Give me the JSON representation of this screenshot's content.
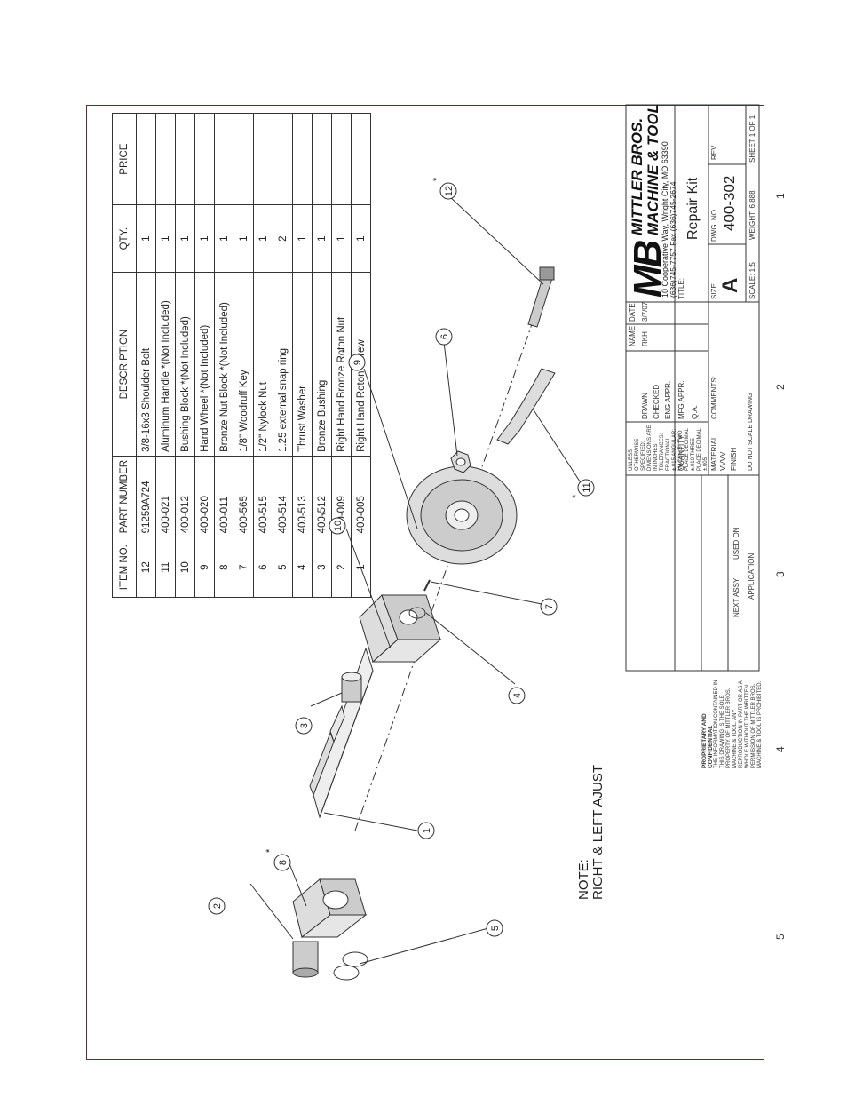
{
  "bom": {
    "headers": [
      "ITEM NO.",
      "PART NUMBER",
      "DESCRIPTION",
      "QTY.",
      "PRICE"
    ],
    "rows": [
      [
        "1",
        "400-005",
        "Right Hand Roton Screw",
        "1",
        ""
      ],
      [
        "2",
        "400-009",
        "Right Hand Bronze Roton Nut",
        "1",
        ""
      ],
      [
        "3",
        "400-512",
        "Bronze Bushing",
        "1",
        ""
      ],
      [
        "4",
        "400-513",
        "Thrust  Washer",
        "1",
        ""
      ],
      [
        "5",
        "400-514",
        "1.25 external snap ring",
        "2",
        ""
      ],
      [
        "6",
        "400-515",
        "1/2\" Nylock Nut",
        "1",
        ""
      ],
      [
        "7",
        "400-565",
        "1/8\" Woodruff Key",
        "1",
        ""
      ],
      [
        "8",
        "400-011",
        "Bronze Nut Block   *(Not Included)",
        "1",
        ""
      ],
      [
        "9",
        "400-020",
        "Hand Wheel   *(Not Included)",
        "1",
        ""
      ],
      [
        "10",
        "400-012",
        "Bushing Block   *(Not Included)",
        "1",
        ""
      ],
      [
        "11",
        "400-021",
        "Aluminum Handle   *(Not Included)",
        "1",
        ""
      ],
      [
        "12",
        "91259A724",
        "3/8-16x3 Shoulder Bolt",
        "1",
        ""
      ]
    ]
  },
  "note": {
    "line1": "NOTE:",
    "line2": "RIGHT & LEFT AJUST"
  },
  "callouts": {
    "c1": "1",
    "c2": "2",
    "c3": "3",
    "c4": "4",
    "c5": "5",
    "c6": "6",
    "c7": "7",
    "c8": "8",
    "c9": "9",
    "c10": "10",
    "c11": "11",
    "c12": "12",
    "star": "*"
  },
  "zones": [
    "5",
    "4",
    "3",
    "2",
    "1"
  ],
  "title_block": {
    "company_line1": "MITTLER BROS.",
    "company_line2": "MACHINE & TOOL",
    "logo": "MB",
    "address": "10 Cooperative Way, Wright City, MO 63390",
    "phone": "(636)745-7757  Fax (636)745-2674",
    "title_label": "TITLE:",
    "title": "Repair Kit",
    "size_label": "SIZE",
    "size": "A",
    "dwg_label": "DWG. NO.",
    "dwg_no": "400-302",
    "rev_label": "REV",
    "scale": "SCALE: 1:5",
    "weight": "WEIGHT: 6.888",
    "sheet": "SHEET 1 OF 1",
    "name_label": "NAME",
    "date_label": "DATE",
    "drawn_label": "DRAWN",
    "drawn_name": "RKH",
    "drawn_date": "3/7/07",
    "checked_label": "CHECKED",
    "eng_label": "ENG APPR.",
    "mfg_label": "MFG APPR.",
    "qa_label": "Q.A.",
    "comments_label": "COMMENTS:",
    "tolerance": "UNLESS OTHERWISE SPECIFIED: DIMENSIONS ARE IN INCHES TOLERANCES: FRACTIONAL ±.015 ANGULAR: MACH ±.5° TWO PLACE DECIMAL ±.010 THREE PLACE DECIMAL ±.005",
    "quantity_label": "QUANTITY",
    "material_label": "MATERIAL",
    "material": "VVVV",
    "finish_label": "FINISH",
    "noscale": "DO NOT SCALE DRAWING",
    "next_assy": "NEXT ASSY",
    "used_on": "USED ON",
    "application": "APPLICATION",
    "proprietary_title": "PROPRIETARY AND CONFIDENTIAL",
    "proprietary_text": "THE INFORMATION CONTAINED IN THIS DRAWING IS THE SOLE PROPERTY OF MITTLER BROS. MACHINE & TOOL. ANY REPRODUCTION IN PART OR AS A WHOLE WITHOUT THE WRITTEN PERMISSION OF MITTLER BROS. MACHINE & TOOL IS PROHIBITED."
  }
}
